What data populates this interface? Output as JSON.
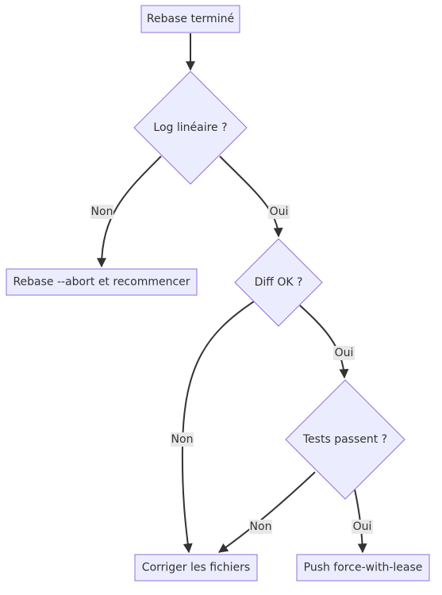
{
  "nodes": {
    "start": "Rebase terminé",
    "log_check": "Log linéaire ?",
    "abort": "Rebase --abort et recommencer",
    "diff_check": "Diff OK ?",
    "tests_check": "Tests passent ?",
    "fix": "Corriger les fichiers",
    "push": "Push force-with-lease"
  },
  "edges": {
    "log_no": "Non",
    "log_yes": "Oui",
    "diff_no": "Non",
    "diff_yes": "Oui",
    "tests_no": "Non",
    "tests_yes": "Oui"
  }
}
